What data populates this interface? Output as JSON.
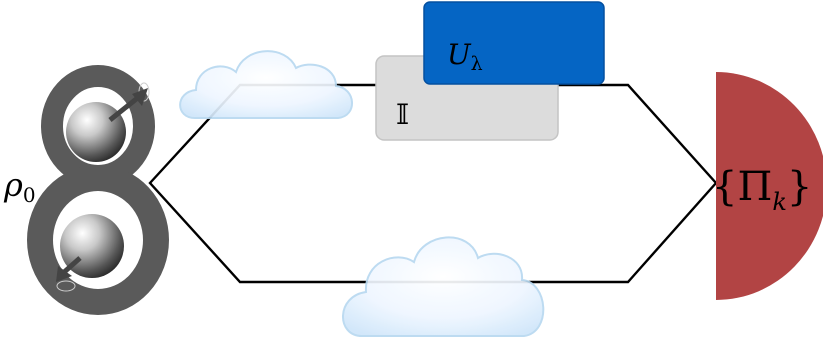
{
  "labels": {
    "state": "ρ",
    "state_sub": "0",
    "unitary": "U",
    "unitary_sub": "λ",
    "identity": "𝕀",
    "measurement_open": "{Π",
    "measurement_sub": "k",
    "measurement_close": "}"
  },
  "colors": {
    "unitary_box": "#0565c4",
    "identity_box": "#dcdcdc",
    "detector": "#b24444",
    "path": "#000000",
    "eight": "#5a5a5a",
    "cloud_fill": "#eaf4ff",
    "cloud_edge": "#b8d8f0"
  },
  "icons": {
    "source": "figure-eight-entangled-source-icon",
    "cloud_upper": "cloud-icon",
    "cloud_lower": "cloud-icon",
    "detector": "half-disk-detector-icon"
  }
}
